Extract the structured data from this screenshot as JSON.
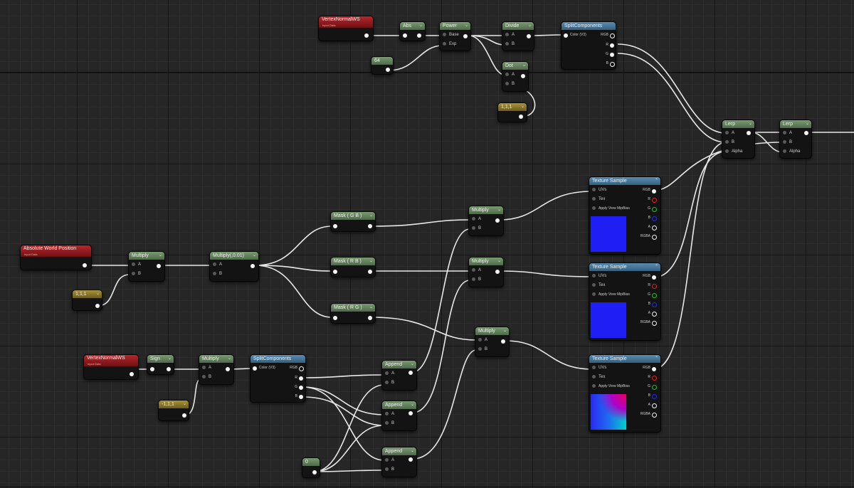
{
  "nodes": {
    "vn_top": {
      "title": "VertexNormalWS",
      "subtitle": "Input Data"
    },
    "abs": {
      "title": "Abs"
    },
    "power": {
      "title": "Power",
      "pins": [
        "Base",
        "Exp"
      ]
    },
    "const_64": {
      "title": "64"
    },
    "divide": {
      "title": "Divide",
      "pins": [
        "A",
        "B"
      ]
    },
    "dot": {
      "title": "Dot",
      "pins": [
        "A",
        "B"
      ]
    },
    "const_111_top": {
      "title": "1,1,1"
    },
    "split_top": {
      "title": "SplitComponents",
      "input": "Color (V3)",
      "outputs": [
        "RGB",
        "R",
        "G",
        "B"
      ]
    },
    "lerp1": {
      "title": "Lerp",
      "pins": [
        "A",
        "B",
        "Alpha"
      ]
    },
    "lerp2": {
      "title": "Lerp",
      "pins": [
        "A",
        "B",
        "Alpha"
      ]
    },
    "abs_world": {
      "title": "Absolute World Position",
      "subtitle": "Input Data"
    },
    "mult_left": {
      "title": "Multiply",
      "pins": [
        "A",
        "B"
      ]
    },
    "const_111_left": {
      "title": "1,1,1"
    },
    "mult_001": {
      "title": "Multiply(,0.01)",
      "pins": [
        "A",
        "B"
      ]
    },
    "mask_gb": {
      "title": "Mask ( G B )"
    },
    "mask_rb": {
      "title": "Mask ( R B )"
    },
    "mask_rg": {
      "title": "Mask ( R G )"
    },
    "mult_a": {
      "title": "Multiply",
      "pins": [
        "A",
        "B"
      ]
    },
    "mult_b": {
      "title": "Multiply",
      "pins": [
        "A",
        "B"
      ]
    },
    "mult_c": {
      "title": "Multiply",
      "pins": [
        "A",
        "B"
      ]
    },
    "tex1": {
      "title": "Texture Sample",
      "pins": [
        "UVs",
        "Tex",
        "Apply View MipBias"
      ],
      "outputs": [
        "RGB",
        "R",
        "G",
        "B",
        "A",
        "RGBA"
      ]
    },
    "tex2": {
      "title": "Texture Sample",
      "pins": [
        "UVs",
        "Tex",
        "Apply View MipBias"
      ],
      "outputs": [
        "RGB",
        "R",
        "G",
        "B",
        "A",
        "RGBA"
      ]
    },
    "tex3": {
      "title": "Texture Sample",
      "pins": [
        "UVs",
        "Tex",
        "Apply View MipBias"
      ],
      "outputs": [
        "RGB",
        "R",
        "G",
        "B",
        "A",
        "RGBA"
      ]
    },
    "vn_bot": {
      "title": "VertexNormalWS",
      "subtitle": "Input Data"
    },
    "sign": {
      "title": "Sign"
    },
    "mult_bot": {
      "title": "Multiply",
      "pins": [
        "A",
        "B"
      ]
    },
    "const_111_bot": {
      "title": "-1,1,1"
    },
    "split_bot": {
      "title": "SplitComponents",
      "input": "Color (V3)",
      "outputs": [
        "RGB",
        "R",
        "G",
        "B"
      ]
    },
    "append1": {
      "title": "Append",
      "pins": [
        "A",
        "B"
      ]
    },
    "append2": {
      "title": "Append",
      "pins": [
        "A",
        "B"
      ]
    },
    "append3": {
      "title": "Append",
      "pins": [
        "A",
        "B"
      ]
    },
    "const_0": {
      "title": "0"
    }
  },
  "colors": {
    "wire": "#e8e8e8",
    "grid": "#262626",
    "pin_r": "#e02020",
    "pin_g": "#20c020",
    "pin_b": "#2030e0"
  }
}
